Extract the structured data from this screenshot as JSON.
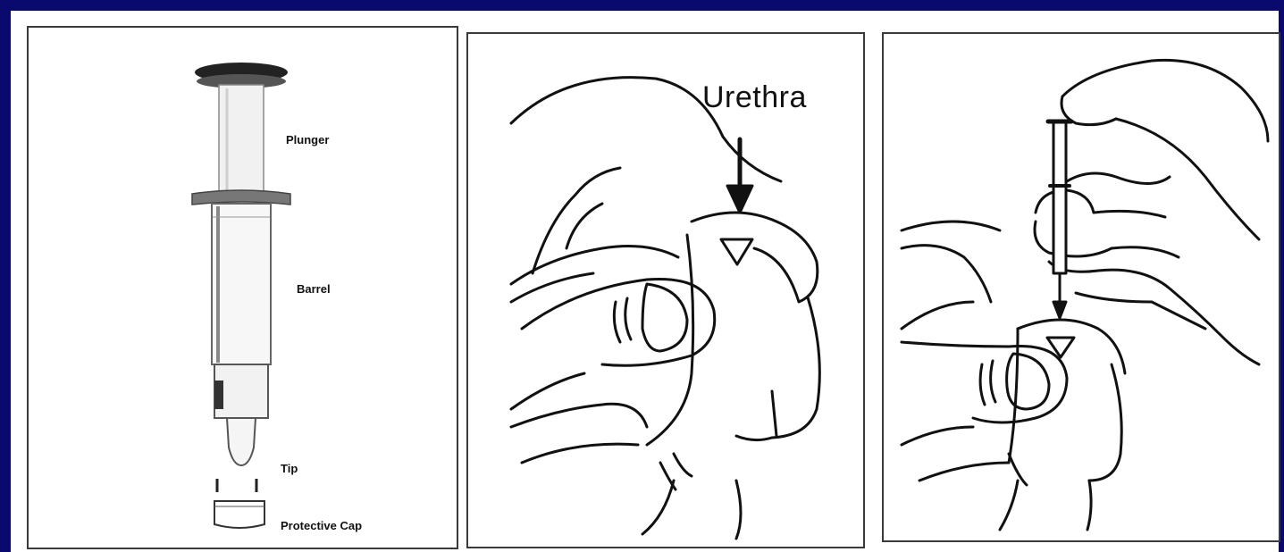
{
  "panels": {
    "syringe": {
      "labels": {
        "plunger": "Plunger",
        "barrel": "Barrel",
        "tip": "Tip",
        "cap": "Protective Cap"
      }
    },
    "locate": {
      "labels": {
        "urethra": "Urethra"
      }
    },
    "insert": {}
  },
  "colors": {
    "frame": "#0a0a6e",
    "line": "#111111"
  }
}
